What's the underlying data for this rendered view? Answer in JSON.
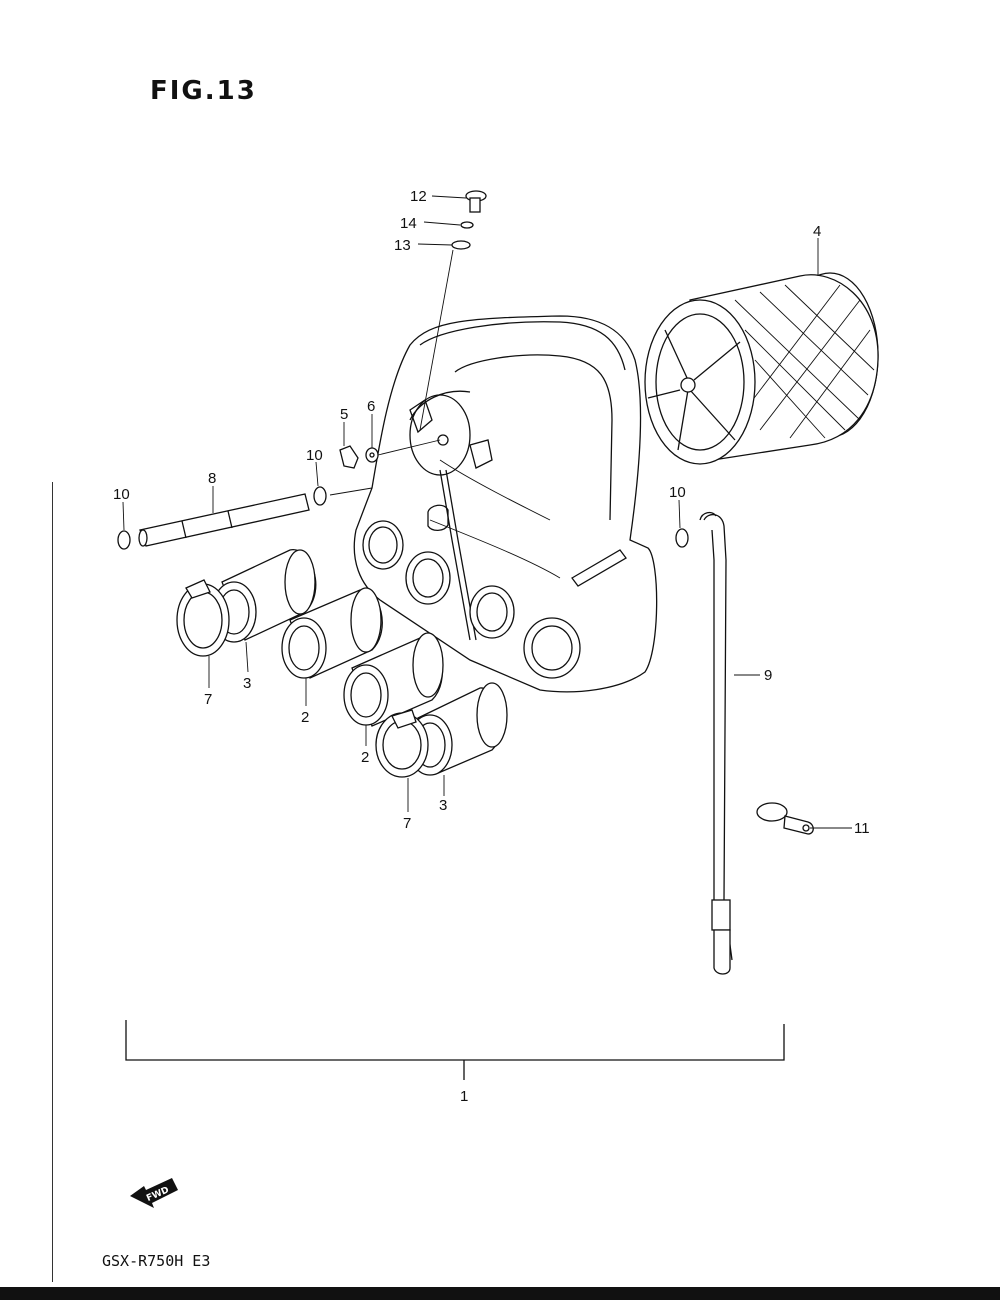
{
  "figure": {
    "title": "FIG.13",
    "model": "GSX-R750H  E3",
    "fwd_label": "FWD"
  },
  "callouts": {
    "c1": "1",
    "c2a": "2",
    "c2b": "2",
    "c3a": "3",
    "c3b": "3",
    "c4": "4",
    "c5": "5",
    "c6": "6",
    "c7a": "7",
    "c7b": "7",
    "c8": "8",
    "c9": "9",
    "c10a": "10",
    "c10b": "10",
    "c10c": "10",
    "c11": "11",
    "c12": "12",
    "c13": "13",
    "c14": "14"
  },
  "parts": [
    "air-cleaner-assembly",
    "intake-pipe",
    "intake-pipe",
    "air-filter-element",
    "clip",
    "grommet",
    "clamp",
    "drain-tube",
    "breather-hose",
    "hose-clip",
    "clamp",
    "screw",
    "washer",
    "lock-washer"
  ]
}
